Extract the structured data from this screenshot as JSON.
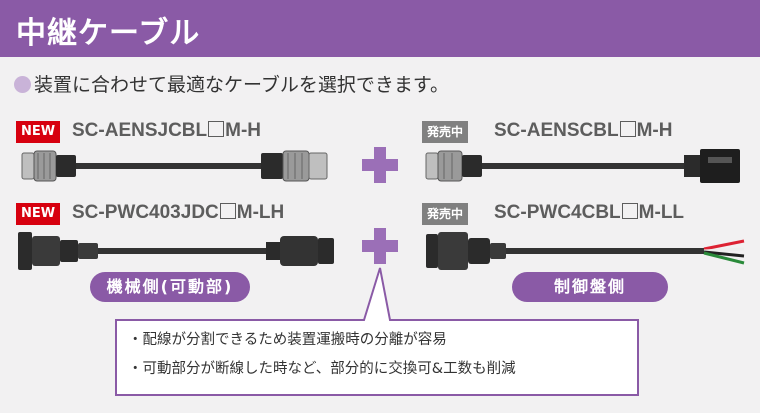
{
  "header": {
    "title": "中継ケーブル"
  },
  "lead": {
    "text": "装置に合わせて最適なケーブルを選択できます。"
  },
  "products": [
    {
      "badge": "NEW",
      "model_prefix": "SC-AENSJCBL",
      "model_suffix": "M-H"
    },
    {
      "badge": "発売中",
      "model_prefix": "SC-AENSCBL",
      "model_suffix": "M-H"
    },
    {
      "badge": "NEW",
      "model_prefix": "SC-PWC403JDC",
      "model_suffix": "M-LH"
    },
    {
      "badge": "発売中",
      "model_prefix": "SC-PWC4CBL",
      "model_suffix": "M-LL"
    }
  ],
  "labels": {
    "machine_side": "機械側(可動部)",
    "control_side": "制御盤側"
  },
  "notes": [
    "・配線が分割できるため装置運搬時の分離が容易",
    "・可動部分が断線した時など、部分的に交換可&工数も削減"
  ],
  "colors": {
    "accent": "#8a5aa6",
    "new_badge": "#d7000f",
    "sale_badge": "#808080",
    "plus": "#9b6fb7"
  }
}
